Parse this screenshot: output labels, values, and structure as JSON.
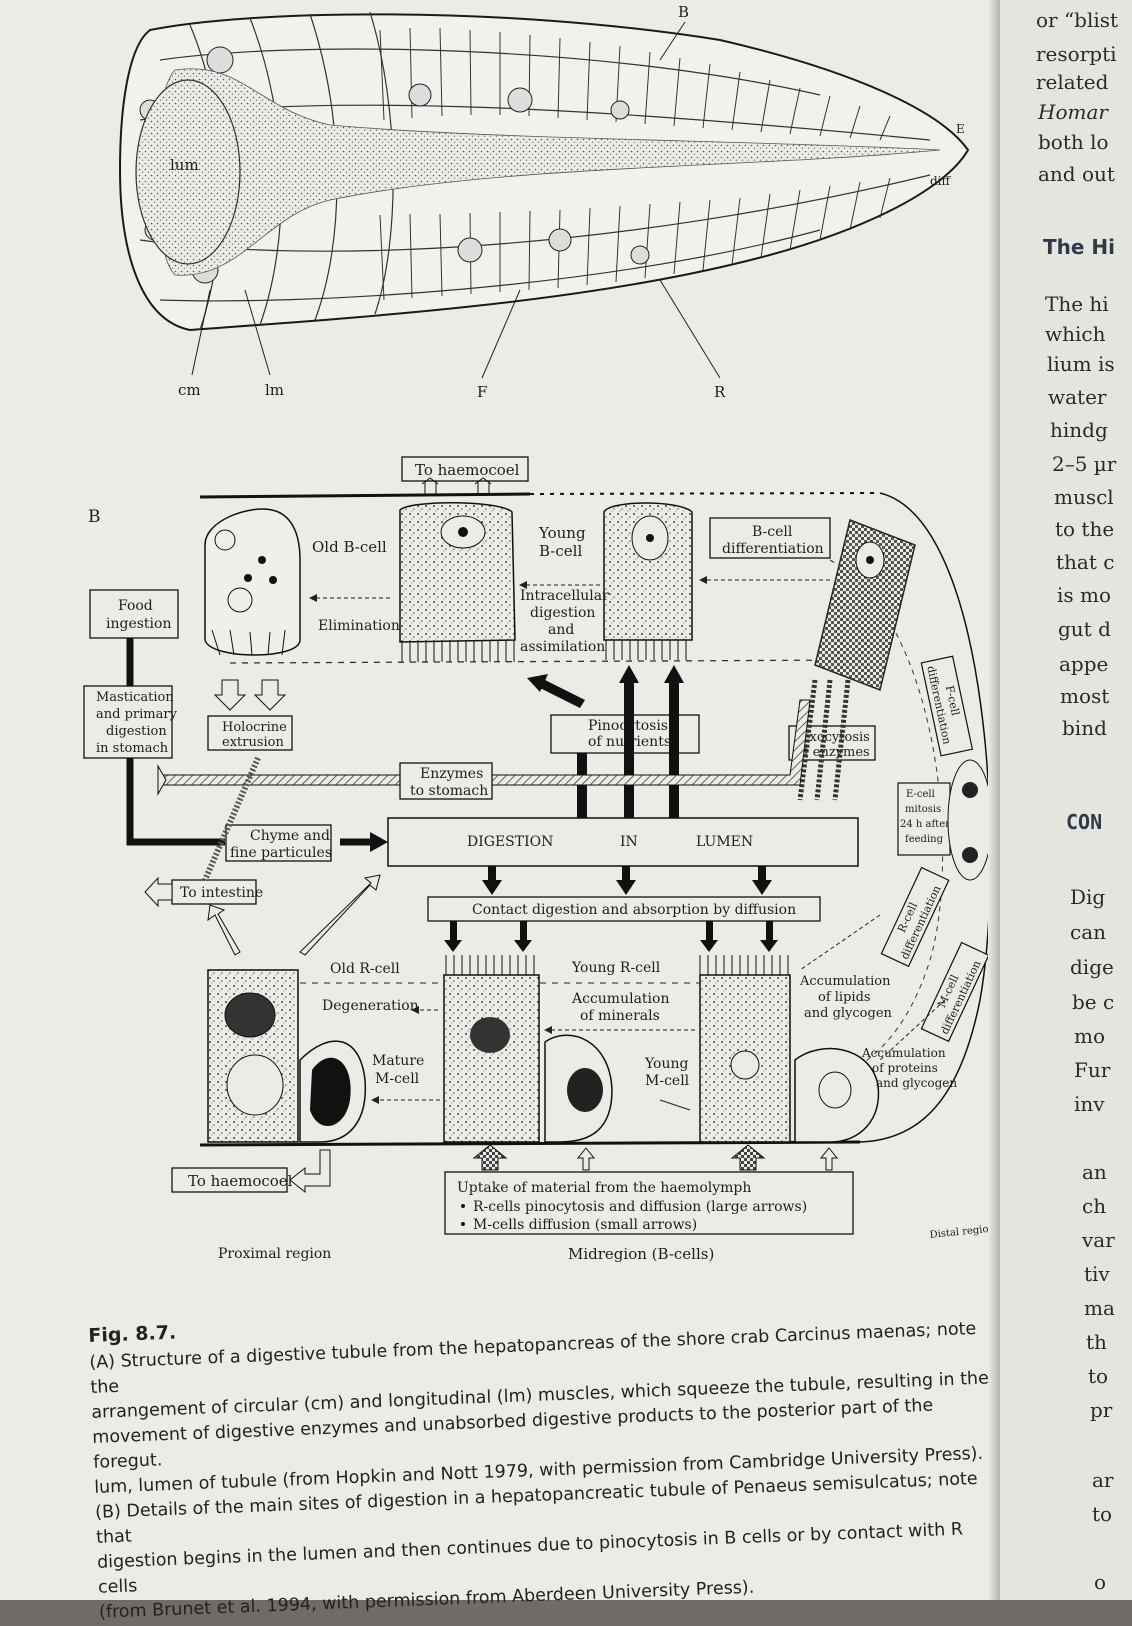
{
  "figure_a": {
    "labels": {
      "b_top": "B",
      "lum": "lum",
      "diff": "diff",
      "e": "E",
      "cm": "cm",
      "lm": "lm",
      "f": "F",
      "r": "R"
    }
  },
  "figure_b": {
    "panel_label": "B",
    "top": {
      "to_haemocoel": "To haemocoel",
      "old_b_cell": "Old B-cell",
      "young_b_cell": [
        "Young",
        "B-cell"
      ],
      "b_cell_diff": [
        "B-cell",
        "differentiation"
      ]
    },
    "left": {
      "food_ingestion": [
        "Food",
        "ingestion"
      ],
      "elimination": "Elimination",
      "mastication": [
        "Mastication",
        "and primary",
        "digestion",
        "in stomach"
      ],
      "holocrine": [
        "Holocrine",
        "extrusion"
      ]
    },
    "middle": {
      "intracellular": [
        "Intracellular",
        "digestion",
        "and",
        "assimilation"
      ],
      "pinocytosis": [
        "Pinocytosis",
        "of nutrients"
      ],
      "exocytosis": [
        "Exocytosis",
        "of enzymes"
      ],
      "enzymes_to_stomach": [
        "Enzymes",
        "to stomach"
      ],
      "f_cell_diff": [
        "F-cell",
        "differentiation"
      ]
    },
    "lumen": {
      "chyme": [
        "Chyme and",
        "fine particules"
      ],
      "digestion": "DIGESTION",
      "in": "IN",
      "lumen": "LUMEN",
      "e_cell": [
        "E-cell",
        "mitosis",
        "24 h after",
        "feeding"
      ]
    },
    "lower": {
      "to_intestine": "To intestine",
      "contact": "Contact digestion and absorption by diffusion",
      "old_r_cell": "Old R-cell",
      "young_r_cell": "Young R-cell",
      "degeneration": "Degeneration",
      "acc_minerals": [
        "Accumulation",
        "of minerals"
      ],
      "acc_lipids": [
        "Accumulation",
        "of lipids",
        "and glycogen"
      ],
      "r_cell_diff": [
        "R-cell",
        "differentiation"
      ],
      "m_cell_diff": [
        "M-cell",
        "differentiation"
      ],
      "mature_m": [
        "Mature",
        "M-cell"
      ],
      "young_m": [
        "Young",
        "M-cell"
      ],
      "acc_proteins": [
        "Accumulation",
        "of proteins",
        "and glycogen"
      ]
    },
    "bottom": {
      "to_haemocoel": "To haemocoel",
      "uptake": "Uptake of material from the haemolymph",
      "bullet1": "R-cells pinocytosis and diffusion (large arrows)",
      "bullet2": "M-cells diffusion (small arrows)",
      "proximal": "Proximal region",
      "midregion": "Midregion (B-cells)",
      "distal": "Distal region"
    }
  },
  "caption": {
    "fig": "Fig. 8.7.",
    "lines": [
      "(A) Structure of a digestive tubule from the hepatopancreas of the shore crab Carcinus maenas; note the",
      "arrangement of circular (cm) and longitudinal (lm) muscles, which squeeze the tubule, resulting in the",
      "movement of digestive enzymes and unabsorbed digestive products to the posterior part of the foregut.",
      "lum, lumen of tubule (from Hopkin and Nott 1979, with permission from Cambridge University Press).",
      "(B) Details of the main sites of digestion in a hepatopancreatic tubule of Penaeus semisulcatus; note that",
      "digestion begins in the lumen and then continues due to pinocytosis in B cells or by contact with R cells",
      "(from Brunet et al. 1994, with permission from Aberdeen University Press)."
    ]
  },
  "right_page": {
    "lines_top": [
      "or “blist",
      "resorpti",
      "related",
      "Homar",
      "both lo",
      "and out"
    ],
    "heading1": "The Hi",
    "lines_mid": [
      "The hi",
      "which",
      "lium is",
      "water",
      "hindg",
      "2–5 µr",
      "muscl",
      "to the",
      "that c",
      "is mo",
      "gut d",
      "appe",
      "most",
      "bind"
    ],
    "heading2": "CON",
    "lines_bot": [
      "Dig",
      "can",
      "dige",
      "be c",
      "mo",
      "Fur",
      "inv",
      "an",
      "ch",
      "var",
      "tiv",
      "ma",
      "th",
      "to",
      "pr",
      "ar",
      "to",
      "o"
    ]
  }
}
